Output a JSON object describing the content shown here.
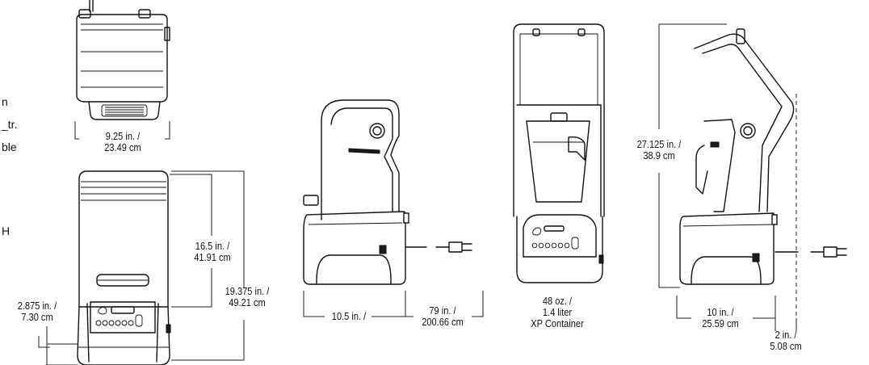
{
  "left_cut_text": [
    "n",
    "_tr.",
    "ble",
    "H"
  ],
  "dimensions": {
    "top_view_width": [
      "9.25 in. /",
      "23.49 cm"
    ],
    "front_height_hood": [
      "16.5 in. /",
      "41.91 cm"
    ],
    "front_height_total": [
      "19.375 in. /",
      "49.21 cm"
    ],
    "front_depth": [
      "2.875 in. /",
      "7.30 cm"
    ],
    "side_depth": [
      "10.5 in. /"
    ],
    "cord_length": [
      "79 in. /",
      "200.66 cm"
    ],
    "container": [
      "48 oz. /",
      "1.4 liter",
      "XP Container"
    ],
    "open_height": [
      "27.125 in. /",
      "38.9 cm"
    ],
    "open_depth": [
      "10 in. /",
      "25.59 cm"
    ],
    "clearance": [
      "2 in. /",
      "5.08 cm"
    ]
  }
}
